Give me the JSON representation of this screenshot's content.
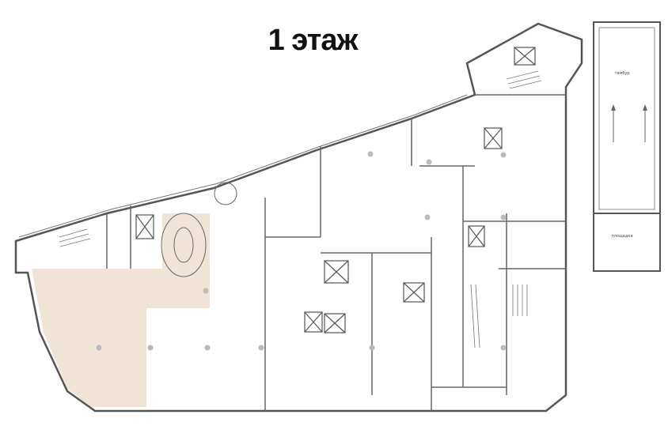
{
  "title": "1 этаж",
  "zone_labels": {
    "top_area": "тамбур",
    "ramp_area": "площадка"
  },
  "colors": {
    "highlight_zone": "#efe4d6",
    "wall": "#555555",
    "background": "#ffffff"
  }
}
